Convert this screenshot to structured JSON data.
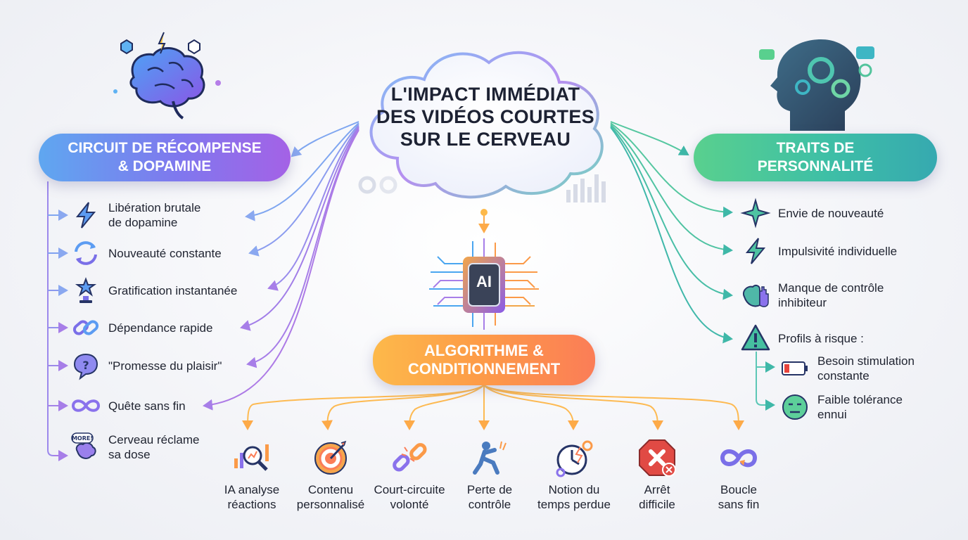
{
  "central": {
    "title_line1": "L'IMPACT IMMÉDIAT",
    "title_line2": "DES VIDÉOS COURTES",
    "title_line3": "SUR LE CERVEAU"
  },
  "left": {
    "header_line1": "CIRCUIT DE RÉCOMPENSE",
    "header_line2": "& DOPAMINE",
    "items": [
      {
        "line1": "Libération brutale",
        "line2": "de dopamine",
        "icon": "lightning-icon"
      },
      {
        "line1": "Nouveauté constante",
        "line2": "",
        "icon": "refresh-cycle-icon"
      },
      {
        "line1": "Gratification instantanée",
        "line2": "",
        "icon": "trophy-icon"
      },
      {
        "line1": "Dépendance rapide",
        "line2": "",
        "icon": "chain-link-icon"
      },
      {
        "line1": "\"Promesse du plaisir\"",
        "line2": "",
        "icon": "question-bubble-icon"
      },
      {
        "line1": "Quête sans fin",
        "line2": "",
        "icon": "infinity-icon"
      },
      {
        "line1": "Cerveau réclame",
        "line2": "sa dose",
        "icon": "brain-more-icon"
      }
    ]
  },
  "right": {
    "header_line1": "TRAITS DE",
    "header_line2": "PERSONNALITÉ",
    "items": [
      {
        "line1": "Envie de nouveauté",
        "line2": "",
        "icon": "sparkle-icon"
      },
      {
        "line1": "Impulsivité individuelle",
        "line2": "",
        "icon": "lightning-icon"
      },
      {
        "line1": "Manque de contrôle",
        "line2": "inhibiteur",
        "icon": "brain-hand-icon"
      },
      {
        "line1": "Profils à risque :",
        "line2": "",
        "icon": "warning-icon"
      }
    ],
    "subitems": [
      {
        "line1": "Besoin stimulation",
        "line2": "constante",
        "icon": "low-battery-icon"
      },
      {
        "line1": "Faible tolérance",
        "line2": "ennui",
        "icon": "bored-face-icon"
      }
    ]
  },
  "middle": {
    "header_line1": "ALGORITHME &",
    "header_line2": "CONDITIONNEMENT",
    "chip_label": "AI",
    "items": [
      {
        "line1": "IA analyse",
        "line2": "réactions",
        "icon": "magnifier-chart-icon"
      },
      {
        "line1": "Contenu",
        "line2": "personnalisé",
        "icon": "target-icon"
      },
      {
        "line1": "Court-circuite",
        "line2": "volonté",
        "icon": "broken-chain-icon"
      },
      {
        "line1": "Perte de",
        "line2": "contrôle",
        "icon": "falling-person-icon"
      },
      {
        "line1": "Notion du",
        "line2": "temps perdue",
        "icon": "broken-clock-icon"
      },
      {
        "line1": "Arrêt",
        "line2": "difficile",
        "icon": "stop-sign-icon"
      },
      {
        "line1": "Boucle",
        "line2": "sans fin",
        "icon": "loop-icon"
      }
    ]
  },
  "colors": {
    "left": "#8a72ec",
    "right": "#3ebfa6",
    "middle": "#fd9a48"
  }
}
